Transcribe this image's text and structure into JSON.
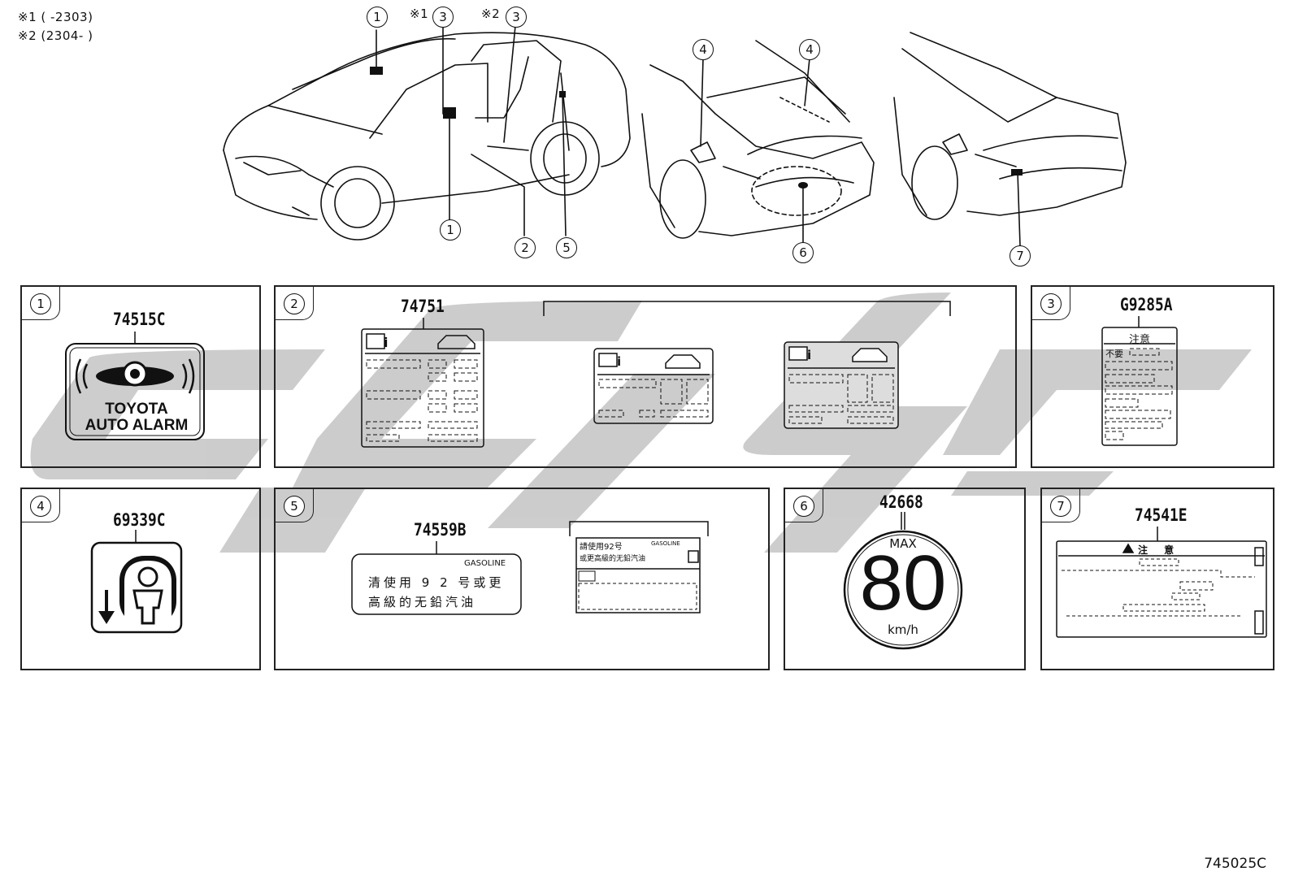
{
  "notes": {
    "n1": "※1 (       -2303)",
    "n2": "※2 (2304-       )"
  },
  "callouts": {
    "c1a": "1",
    "c3a": "3",
    "c3b": "3",
    "c1b": "1",
    "c2": "2",
    "c5": "5",
    "c4a": "4",
    "c4b": "4",
    "c6": "6",
    "c7": "7",
    "mark1": "※1",
    "mark2": "※2"
  },
  "panels": [
    {
      "num": "1",
      "part": "74515C",
      "label_line1": "TOYOTA",
      "label_line2": "AUTO ALARM"
    },
    {
      "num": "2",
      "part": "74751"
    },
    {
      "num": "3",
      "part": "G9285A",
      "label_title": "注意",
      "label_text": "不要"
    },
    {
      "num": "4",
      "part": "69339C"
    },
    {
      "num": "5",
      "part": "74559B",
      "label_brand": "GASOLINE",
      "label_line1": "清使用 9 2 号或更",
      "label_line2": "高級的无鉛汽油",
      "small_line1": "請使用92号",
      "small_brand": "GASOLINE",
      "small_line2": "或更高級的无鉛汽油"
    },
    {
      "num": "6",
      "part": "42668",
      "label_top": "MAX",
      "label_value": "80",
      "label_unit": "km/h"
    },
    {
      "num": "7",
      "part": "74541E",
      "label_title": "注  意"
    }
  ],
  "doc_number": "745025C",
  "colors": {
    "line": "#111111",
    "watermark": "#c8c8c8"
  }
}
